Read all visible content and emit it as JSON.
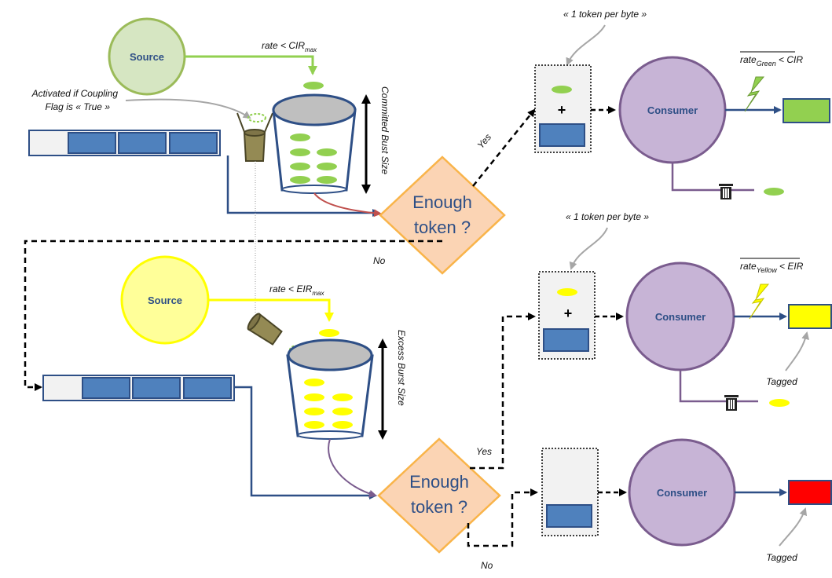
{
  "diagram": {
    "source_label": "Source",
    "consumer_label": "Consumer",
    "decision_label_line1": "Enough",
    "decision_label_line2": "token ?",
    "yes_label": "Yes",
    "no_label": "No",
    "plus_label": "+",
    "token_per_byte": "« 1 token per byte »",
    "rate_cir_prefix": "rate < CIR",
    "rate_cir_sub": "max",
    "rate_eir_prefix": "rate < EIR",
    "rate_eir_sub": "max",
    "coupling_line1": "Activated if Coupling",
    "coupling_line2": "Flag is « True »",
    "committed_burst_size": "Committed Bust Size",
    "excess_burst_size": "Excess Burst Size",
    "rate_green_word": "rate",
    "rate_green_sub": "Green",
    "rate_green_suffix": " < CIR",
    "rate_yellow_word": "rate",
    "rate_yellow_sub": "Yellow",
    "rate_yellow_suffix": " < EIR",
    "tagged_label": "Tagged"
  },
  "colors": {
    "navy": "#2e4f86",
    "green": "#92d050",
    "yellow": "#ffff00",
    "red": "#ff0000",
    "diamond_fill": "#fbd4b4",
    "diamond_stroke": "#f9b44a",
    "consumer_fill": "#c7b4d6",
    "source_green_fill": "#d6e6c2",
    "source_yellow_fill": "#ffff99",
    "bucket_lid": "#bfbfbf",
    "cup_fill": "#948a54"
  }
}
